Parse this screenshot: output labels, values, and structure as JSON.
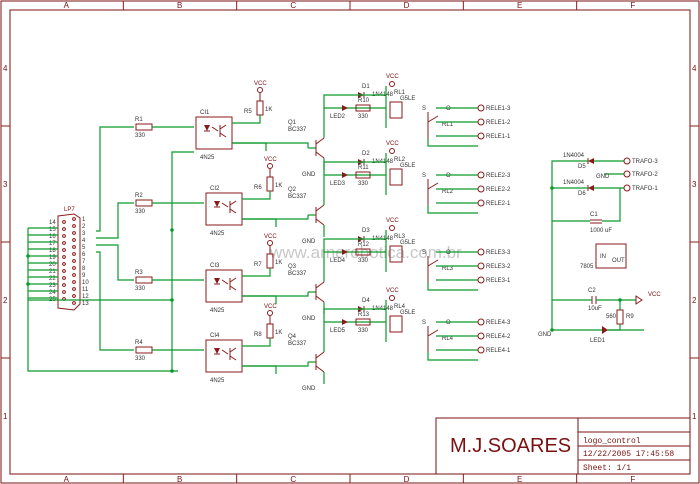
{
  "frame": {
    "cols": [
      "A",
      "B",
      "C",
      "D",
      "E",
      "F"
    ],
    "rows": [
      "4",
      "3",
      "2",
      "1"
    ]
  },
  "watermark": "www.arnerobotica.com.br",
  "title_block": {
    "author": "M.J.SOARES",
    "project": "logo_control",
    "datetime": "12/22/2005 17:45:58",
    "sheet": "Sheet: 1/1"
  },
  "connector": {
    "ref": "LP7",
    "pins_left": [
      "14",
      "15",
      "16",
      "17",
      "18",
      "19",
      "20",
      "21",
      "22",
      "23",
      "24",
      "25"
    ],
    "pins_right": [
      "1",
      "2",
      "3",
      "4",
      "5",
      "6",
      "7",
      "8",
      "9",
      "10",
      "11",
      "12",
      "13"
    ]
  },
  "channels": [
    {
      "r": "R1",
      "rv": "330",
      "ci": "CI1",
      "cit": "4N25",
      "rb": "R5",
      "rbv": "1K",
      "q": "Q1",
      "qt": "BC337",
      "d": "D1",
      "dt": "1N4148",
      "rl": "R10",
      "rlv": "330",
      "led": "LED2",
      "rly": "RL1",
      "rlyt": "G5LE",
      "sw": "RL1",
      "outs": [
        "RELE1-3",
        "RELE1-2",
        "RELE1-1"
      ]
    },
    {
      "r": "R2",
      "rv": "330",
      "ci": "CI2",
      "cit": "4N25",
      "rb": "R6",
      "rbv": "1K",
      "q": "Q2",
      "qt": "BC337",
      "d": "D2",
      "dt": "1N4148",
      "rl": "R11",
      "rlv": "330",
      "led": "LED3",
      "rly": "RL2",
      "rlyt": "G5LE",
      "sw": "RL2",
      "outs": [
        "RELE2-3",
        "RELE2-2",
        "RELE2-1"
      ]
    },
    {
      "r": "R3",
      "rv": "330",
      "ci": "CI3",
      "cit": "4N25",
      "rb": "R7",
      "rbv": "1K",
      "q": "Q3",
      "qt": "BC337",
      "d": "D3",
      "dt": "1N4148",
      "rl": "R12",
      "rlv": "330",
      "led": "LED4",
      "rly": "RL3",
      "rlyt": "G5LE",
      "sw": "RL3",
      "outs": [
        "RELE3-3",
        "RELE3-2",
        "RELE3-1"
      ]
    },
    {
      "r": "R4",
      "rv": "330",
      "ci": "CI4",
      "cit": "4N25",
      "rb": "R8",
      "rbv": "1K",
      "q": "Q4",
      "qt": "BC337",
      "d": "D4",
      "dt": "1N4148",
      "rl": "R13",
      "rlv": "330",
      "led": "LED5",
      "rly": "RL4",
      "rlyt": "G5LE",
      "sw": "RL4",
      "outs": [
        "RELE4-3",
        "RELE4-2",
        "RELE4-1"
      ]
    }
  ],
  "labels": {
    "vcc": "VCC",
    "gnd": "GND"
  },
  "power": {
    "d5": "D5",
    "d6": "D6",
    "diode": "1N4004",
    "traf": [
      "TRAFO-3",
      "TRAFO-2",
      "TRAFO-1"
    ],
    "c1": "C1",
    "c1v": "1000 uF",
    "c2": "C2",
    "c2v": "10uF",
    "reg": "7805",
    "reg_in": "IN",
    "reg_out": "OUT",
    "reg_gnd": "GND",
    "r9": "R9",
    "r9v": "560",
    "led1": "LED1"
  }
}
